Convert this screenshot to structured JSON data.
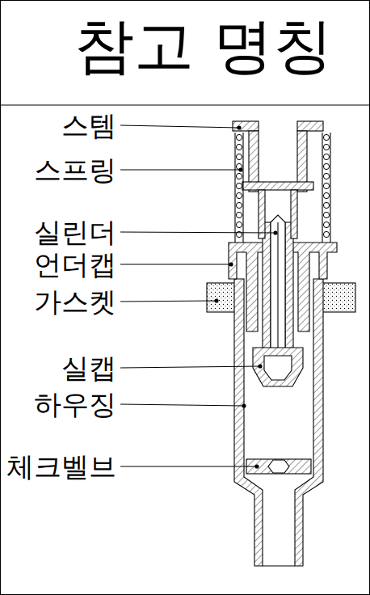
{
  "diagram": {
    "title": "참고 명칭",
    "labels": [
      "스템",
      "스프링",
      "실린더",
      "언더캡",
      "가스켓",
      "실캡",
      "하우징",
      "체크벨브"
    ]
  }
}
